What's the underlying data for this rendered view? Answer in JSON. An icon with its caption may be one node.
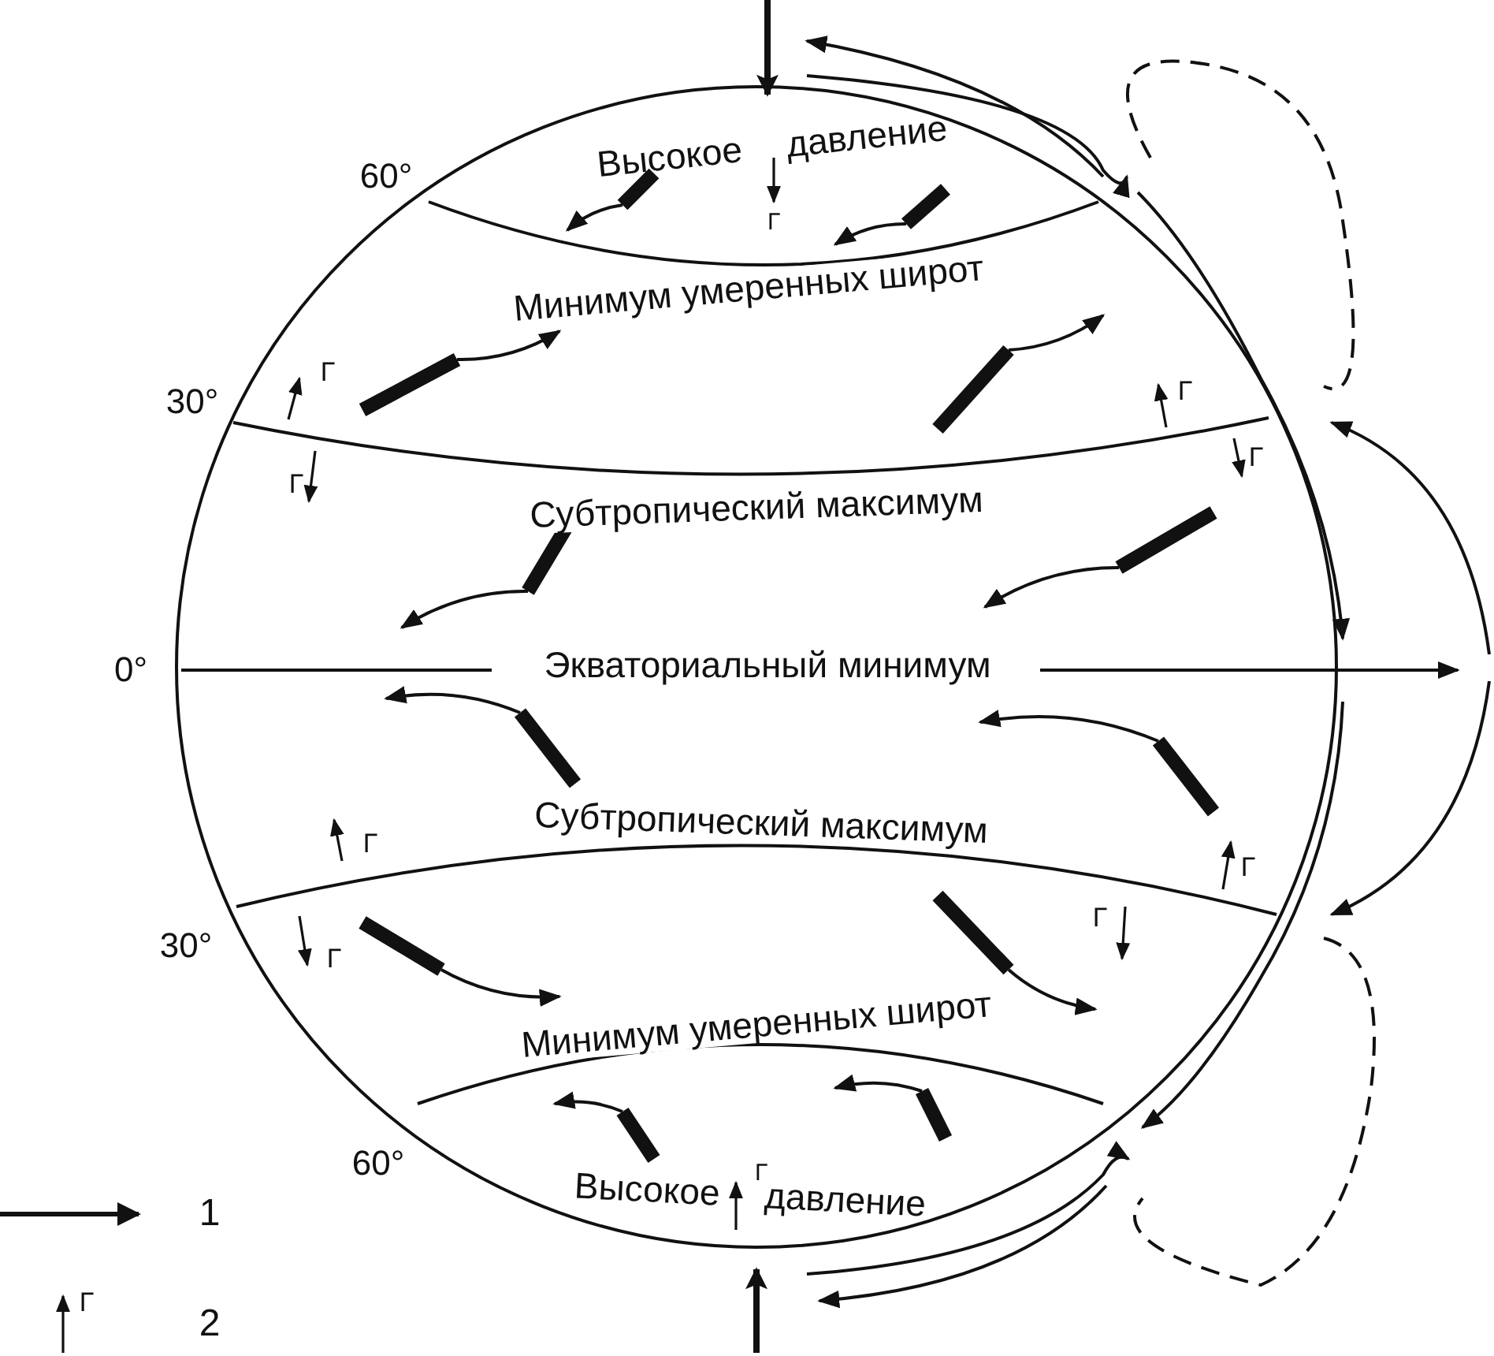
{
  "diagram": {
    "labels": [
      "Высокое давление",
      "Г",
      "60°",
      "Минимум умеренных широт",
      "Г",
      "30°",
      "Г",
      "Г",
      "Г",
      "Субтропический максимум",
      "0°",
      "Экваториальный минимум",
      "Субтропический максимум",
      "Г",
      "Г",
      "Г",
      "30°",
      "Г",
      "Минимум умеренных широт",
      "60°",
      "Г",
      "Высокое давление",
      "Г"
    ],
    "legend": [
      {
        "text": "1"
      },
      {
        "text": "2"
      }
    ]
  }
}
